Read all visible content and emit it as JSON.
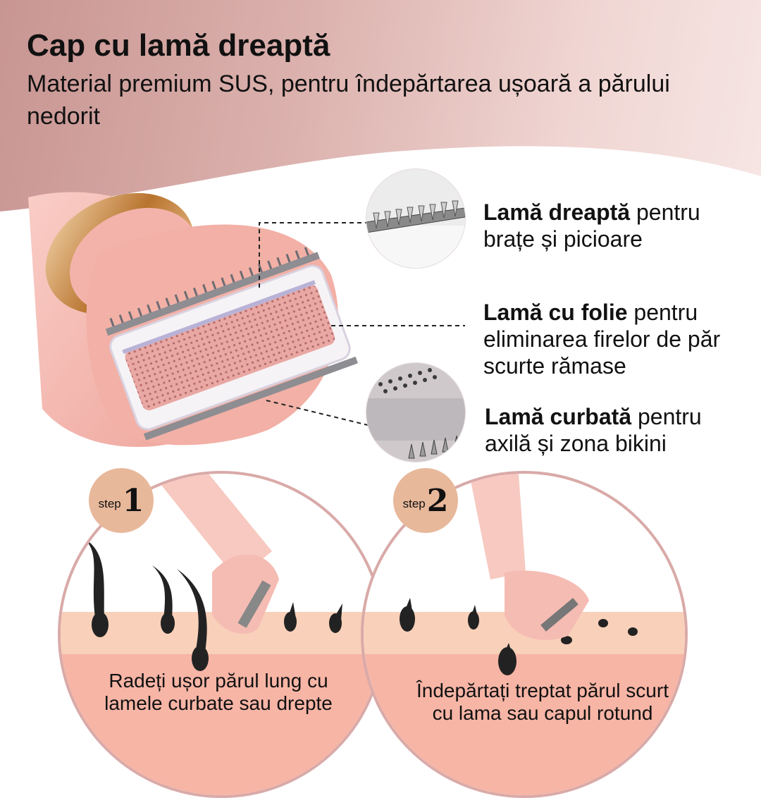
{
  "header": {
    "title": "Cap cu lamă dreaptă",
    "subtitle": "Material premium SUS, pentru îndepărtarea ușoară a părului nedorit"
  },
  "features": [
    {
      "bold": "Lamă dreaptă",
      "rest_line1": " pentru",
      "line2": "brațe și picioare"
    },
    {
      "bold": "Lamă cu folie",
      "rest_line1": " pentru",
      "line2": "eliminarea firelor de păr",
      "line3": "scurte rămase"
    },
    {
      "bold": "Lamă curbată",
      "rest_line1": " pentru",
      "line2": "axilă și zona bikini"
    }
  ],
  "steps": [
    {
      "word": "step",
      "number": "1",
      "caption_line1": "Radeți ușor părul lung cu",
      "caption_line2": "lamele curbate sau drepte"
    },
    {
      "word": "step",
      "number": "2",
      "caption_line1": "Îndepărtați treptat părul scurt",
      "caption_line2": "cu lama sau capul rotund"
    }
  ],
  "colors": {
    "band": "#d8aaa6",
    "device_pink": "#f3b9b2",
    "skin": "#f7c6b0",
    "badge": "#e8b89b"
  }
}
